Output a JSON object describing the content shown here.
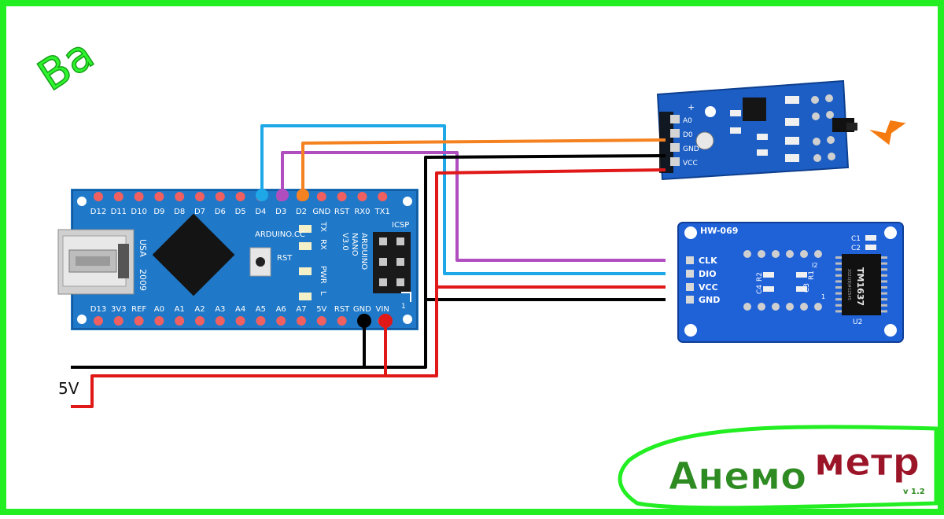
{
  "colors": {
    "frame": "#22ee22",
    "board": "#1f78c8",
    "board_dark": "#145a9e",
    "pad": "#f06060",
    "wire_blue": "#1ea8e8",
    "wire_orange": "#f58220",
    "wire_purple": "#b04ec0",
    "wire_black": "#000000",
    "wire_red": "#e01818",
    "title_green": "#2e8b22",
    "title_maroon": "#9b1428"
  },
  "corner_label": "Ba",
  "supply_label": "5V",
  "title": {
    "part1": "Анемо",
    "part2": "метр",
    "version": "v 1.2"
  },
  "nano": {
    "top_pins": [
      "D12",
      "D11",
      "D10",
      "D9",
      "D8",
      "D7",
      "D6",
      "D5",
      "D4",
      "D3",
      "D2",
      "GND",
      "RST",
      "RX0",
      "TX1"
    ],
    "bottom_pins": [
      "D13",
      "3V3",
      "REF",
      "A0",
      "A1",
      "A2",
      "A3",
      "A4",
      "A5",
      "A6",
      "A7",
      "5V",
      "RST",
      "GND",
      "VIN"
    ],
    "usa": "USA",
    "year": "2009",
    "brand": "ARDUINO.CC",
    "model": [
      "ARDUINO",
      "NANO",
      "V3.0"
    ],
    "rst": "RST",
    "icsp": "ICSP",
    "leds": [
      "TX",
      "RX",
      "PWR",
      "L"
    ],
    "icsp_one": "1"
  },
  "sensor": {
    "pins": [
      "A0",
      "D0",
      "GND",
      "VCC"
    ],
    "plus": "+",
    "minus": "-"
  },
  "display": {
    "model": "HW-069",
    "pins": [
      "CLK",
      "DIO",
      "VCC",
      "GND"
    ],
    "chip": "TM1637",
    "chip_code": "2021(8)#12545",
    "caps": [
      "C1",
      "C2",
      "C3",
      "C4"
    ],
    "res": [
      "R1",
      "R2"
    ],
    "u2": "U2",
    "i2": "I2",
    "one": "1"
  }
}
